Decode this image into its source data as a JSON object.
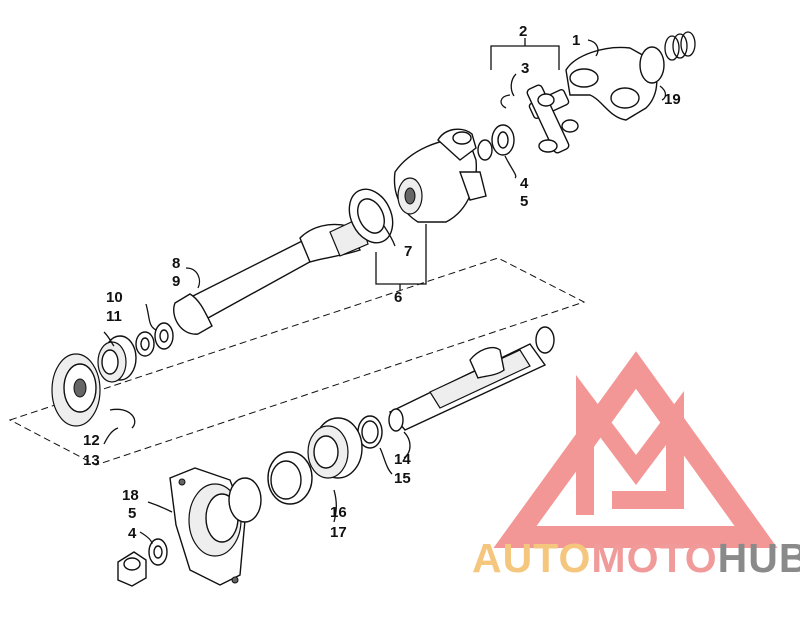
{
  "callouts": {
    "c1": "1",
    "c2": "2",
    "c3": "3",
    "c4a": "4",
    "c5a": "5",
    "c6": "6",
    "c7": "7",
    "c8": "8",
    "c9": "9",
    "c10": "10",
    "c11": "11",
    "c12": "12",
    "c13": "13",
    "c14": "14",
    "c15": "15",
    "c16": "16",
    "c17": "17",
    "c18": "18",
    "c5b": "5",
    "c4b": "4",
    "c19": "19"
  },
  "watermark": {
    "part1": "AUTO",
    "part2": "MOTO",
    "part3": "HUB",
    "color1": "#f5c77e",
    "color2": "#f19a9a",
    "color3": "#8a8a8a",
    "logo_color": "#f28b8b"
  }
}
